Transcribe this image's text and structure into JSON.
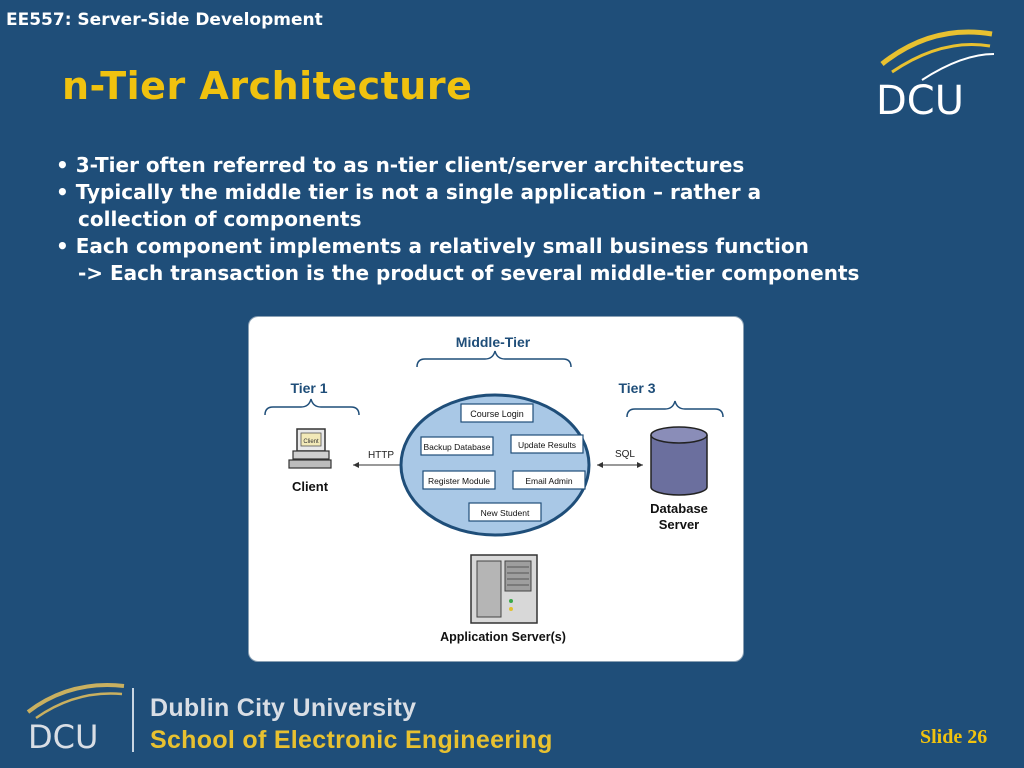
{
  "header": {
    "course": "EE557: Server-Side Development",
    "title": "n-Tier Architecture"
  },
  "logo": {
    "text": "DCU"
  },
  "bullets": [
    "• 3-Tier often referred to as n-tier client/server architectures",
    "• Typically the middle tier is not a single application – rather a",
    "collection of components",
    "• Each component implements a relatively small business function",
    "-> Each transaction is the product of several middle-tier components"
  ],
  "diagram": {
    "middle_tier": "Middle-Tier",
    "tier1": "Tier 1",
    "tier3": "Tier 3",
    "client_label": "Client",
    "client_screen": "Client",
    "http": "HTTP",
    "sql": "SQL",
    "db_line1": "Database",
    "db_line2": "Server",
    "app_server": "Application Server(s)",
    "components": {
      "course_login": "Course Login",
      "backup_database": "Backup Database",
      "update_results": "Update Results",
      "register_module": "Register Module",
      "email_admin": "Email Admin",
      "new_student": "New Student"
    }
  },
  "footer": {
    "line1": "Dublin City University",
    "line2": "School of Electronic Engineering",
    "slide": "Slide 26"
  },
  "colors": {
    "background": "#1f4e79",
    "title": "#f0c20f",
    "ellipse": "#a9c8e6",
    "database": "#6b6f9e"
  }
}
